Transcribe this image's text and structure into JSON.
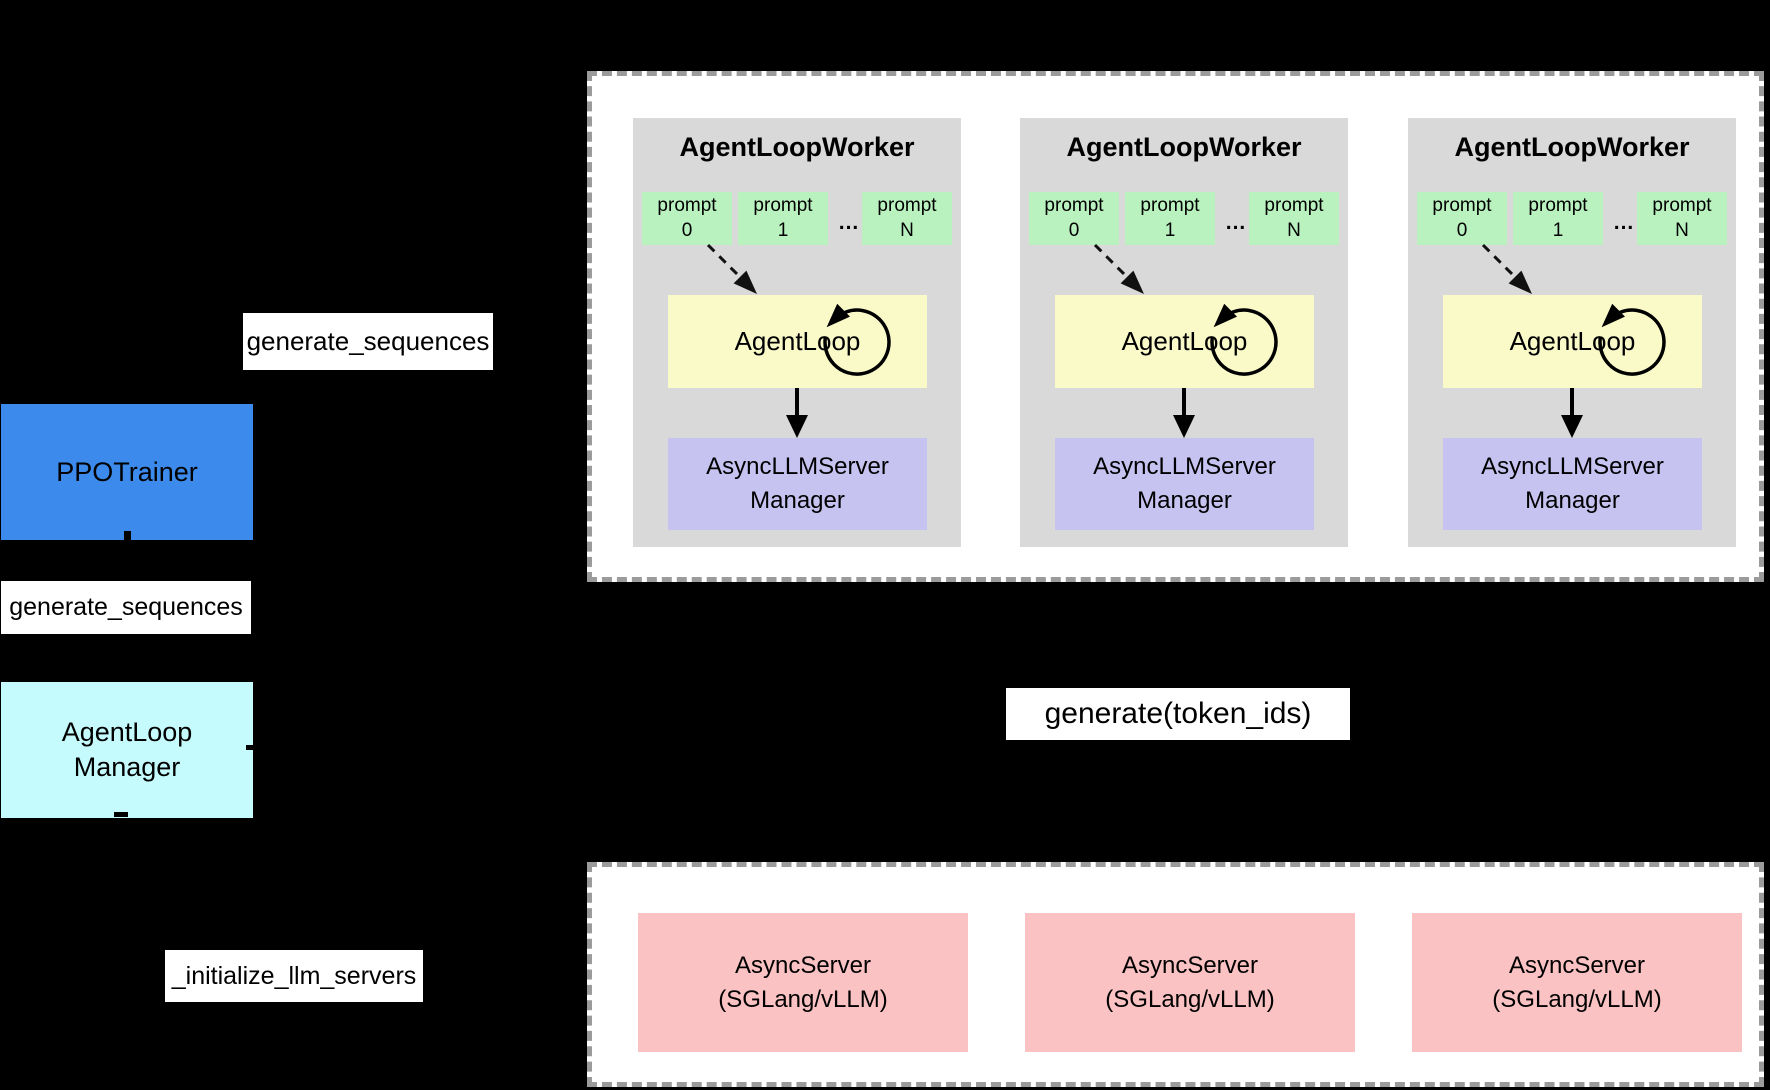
{
  "background": "#000000",
  "colors": {
    "trainer_blue": "#3c8aeb",
    "manager_cyan": "#c6fbfd",
    "prompt_green": "#b9f2bf",
    "agentloop_yellow": "#fafac9",
    "llm_manager_purple": "#c6c3f1",
    "server_pink": "#fac2c2",
    "worker_gray": "#d9d9d9",
    "cluster_white": "#ffffff",
    "dashed_border_gray": "#9b9b9b",
    "text_black": "#000000"
  },
  "left": {
    "top_call_label": "generate_sequences",
    "trainer": "PPOTrainer",
    "mid_call_label": "generate_sequences",
    "manager_line1": "AgentLoop",
    "manager_line2": "Manager",
    "init_call_label": "_initialize_llm_servers"
  },
  "center": {
    "generate_label": "generate(token_ids)"
  },
  "worker_cluster": {
    "workers": [
      {
        "title": "AgentLoopWorker",
        "prompts": [
          {
            "l1": "prompt",
            "l2": "0"
          },
          {
            "l1": "prompt",
            "l2": "1"
          },
          {
            "l1": "prompt",
            "l2": "N"
          }
        ],
        "ellipsis": "...",
        "agent_loop": "AgentLoop",
        "llm_manager_line1": "AsyncLLMServer",
        "llm_manager_line2": "Manager"
      },
      {
        "title": "AgentLoopWorker",
        "prompts": [
          {
            "l1": "prompt",
            "l2": "0"
          },
          {
            "l1": "prompt",
            "l2": "1"
          },
          {
            "l1": "prompt",
            "l2": "N"
          }
        ],
        "ellipsis": "...",
        "agent_loop": "AgentLoop",
        "llm_manager_line1": "AsyncLLMServer",
        "llm_manager_line2": "Manager"
      },
      {
        "title": "AgentLoopWorker",
        "prompts": [
          {
            "l1": "prompt",
            "l2": "0"
          },
          {
            "l1": "prompt",
            "l2": "1"
          },
          {
            "l1": "prompt",
            "l2": "N"
          }
        ],
        "ellipsis": "...",
        "agent_loop": "AgentLoop",
        "llm_manager_line1": "AsyncLLMServer",
        "llm_manager_line2": "Manager"
      }
    ]
  },
  "server_cluster": {
    "servers": [
      {
        "line1": "AsyncServer",
        "line2": "(SGLang/vLLM)"
      },
      {
        "line1": "AsyncServer",
        "line2": "(SGLang/vLLM)"
      },
      {
        "line1": "AsyncServer",
        "line2": "(SGLang/vLLM)"
      }
    ]
  }
}
